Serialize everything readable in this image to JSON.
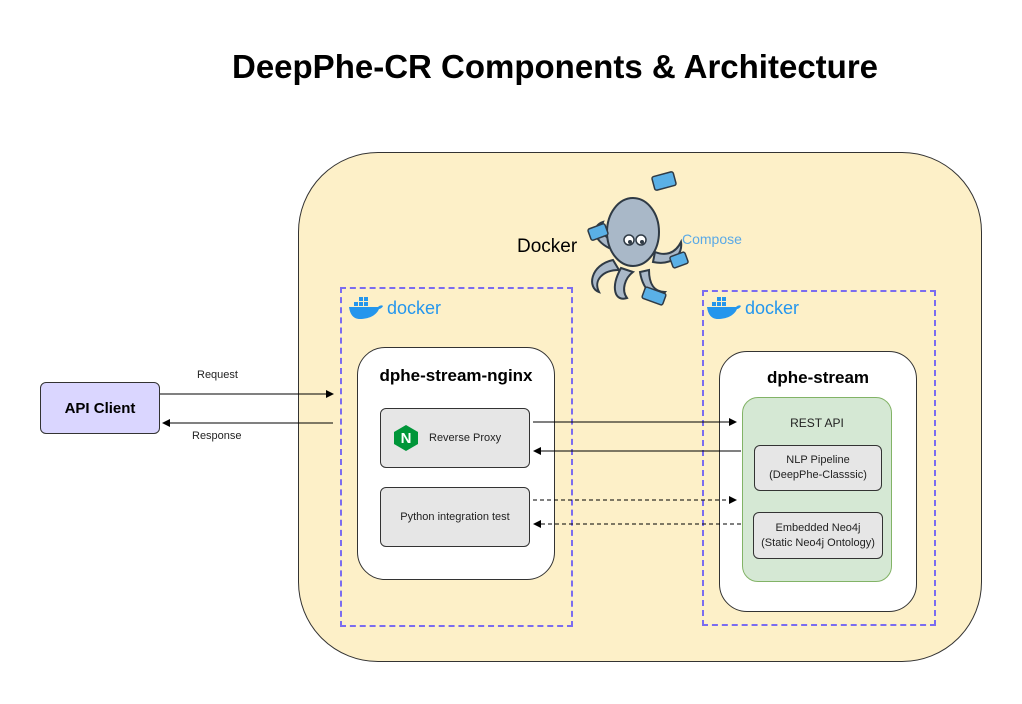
{
  "title": "DeepPhe-CR Components & Architecture",
  "compose": {
    "docker_label": "Docker",
    "compose_label": "Compose"
  },
  "client": {
    "label": "API Client"
  },
  "arrows": {
    "request": "Request",
    "response": "Response"
  },
  "nginx_container": {
    "logo_text": "docker",
    "service": "dphe-stream-nginx",
    "reverse_proxy": "Reverse Proxy",
    "nginx_icon_letter": "N",
    "python_test": "Python integration test"
  },
  "stream_container": {
    "logo_text": "docker",
    "service": "dphe-stream",
    "rest_api": "REST API",
    "nlp_line1": "NLP Pipeline",
    "nlp_line2": "(DeepPhe-Classsic)",
    "neo4j_line1": "Embedded Neo4j",
    "neo4j_line2": "(Static Neo4j Ontology)"
  },
  "colors": {
    "compose_bg": "#fdf0c8",
    "docker_blue": "#2496ed",
    "dash_purple": "#7b6cf0",
    "client_bg": "#dad6ff",
    "rest_bg": "#d5e8d4",
    "component_bg": "#e6e6e6",
    "nginx_green": "#009639"
  }
}
